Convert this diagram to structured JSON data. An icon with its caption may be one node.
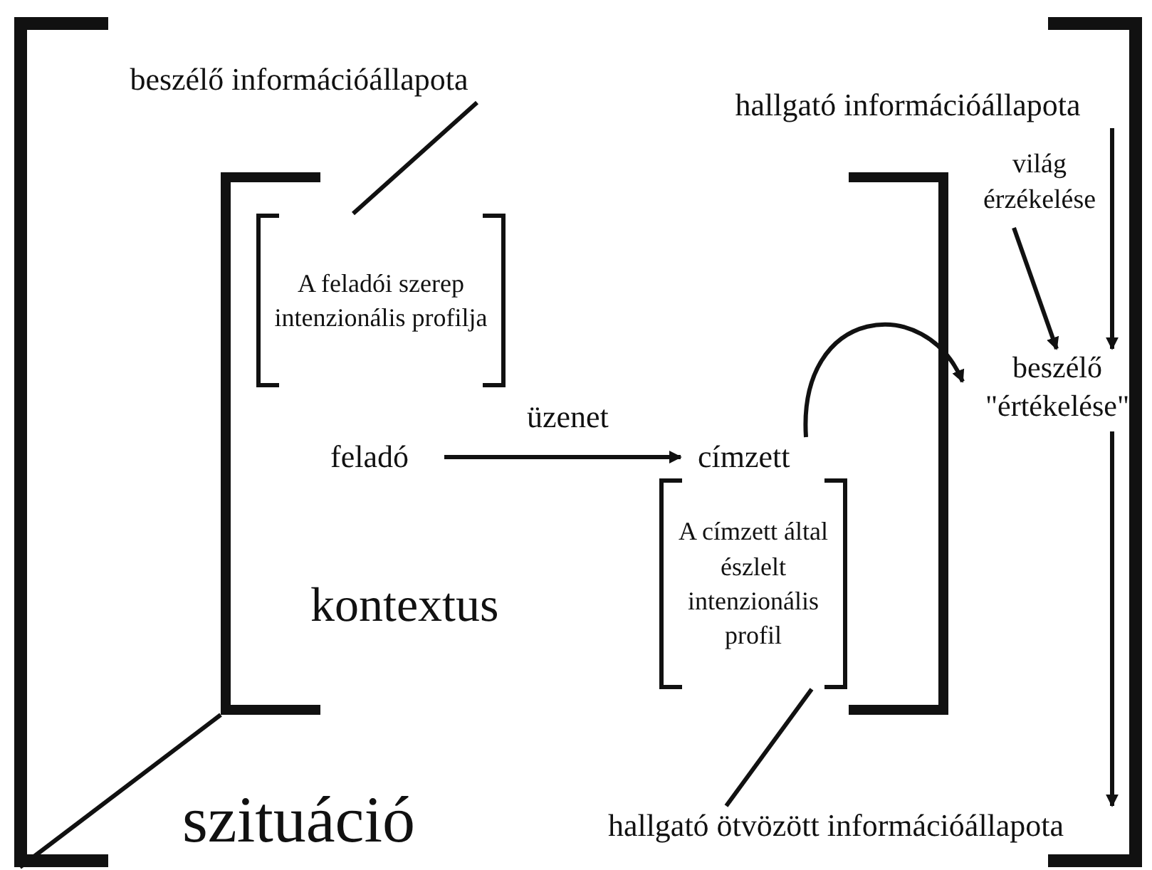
{
  "diagram": {
    "nodes": [
      {
        "text": [
          "szituáció"
        ]
      },
      {
        "text": [
          "beszélő információállapota"
        ],
        "in": 0
      },
      {
        "text": [
          "hallgató információállapota"
        ],
        "in": 0
      },
      {
        "text": [
          "kontextus"
        ],
        "in": 0
      },
      {
        "text": [
          "A feladói szerep intenzionális profilja"
        ],
        "in": 3
      },
      {
        "text": [
          "feladó"
        ],
        "in": 3
      },
      {
        "text": [
          "címzett"
        ],
        "in": 3
      },
      {
        "text": [
          "A címzett által észlelt intenzionális profil"
        ],
        "in": 3
      },
      {
        "text": [
          "világ érzékelése"
        ],
        "in": 0
      },
      {
        "text": [
          "beszélő \"értékelése\""
        ],
        "in": 0
      },
      {
        "text": [
          "hallgató ötvözött információállapota"
        ],
        "in": 0
      }
    ],
    "edges": [
      {
        "from": 1,
        "to": 4,
        "arrow": "none"
      },
      {
        "from": 5,
        "to": 6,
        "arrow": "to",
        "label": "üzenet"
      },
      {
        "from": 6,
        "to": 9,
        "arrow": "to"
      },
      {
        "from": 8,
        "to": 9,
        "arrow": "to"
      },
      {
        "from": 2,
        "to": 9,
        "arrow": "to"
      },
      {
        "from": 9,
        "to": 10,
        "arrow": "to"
      },
      {
        "from": 10,
        "to": 7,
        "arrow": "none"
      },
      {
        "from": 3,
        "to": 0,
        "arrow": "none"
      }
    ]
  }
}
